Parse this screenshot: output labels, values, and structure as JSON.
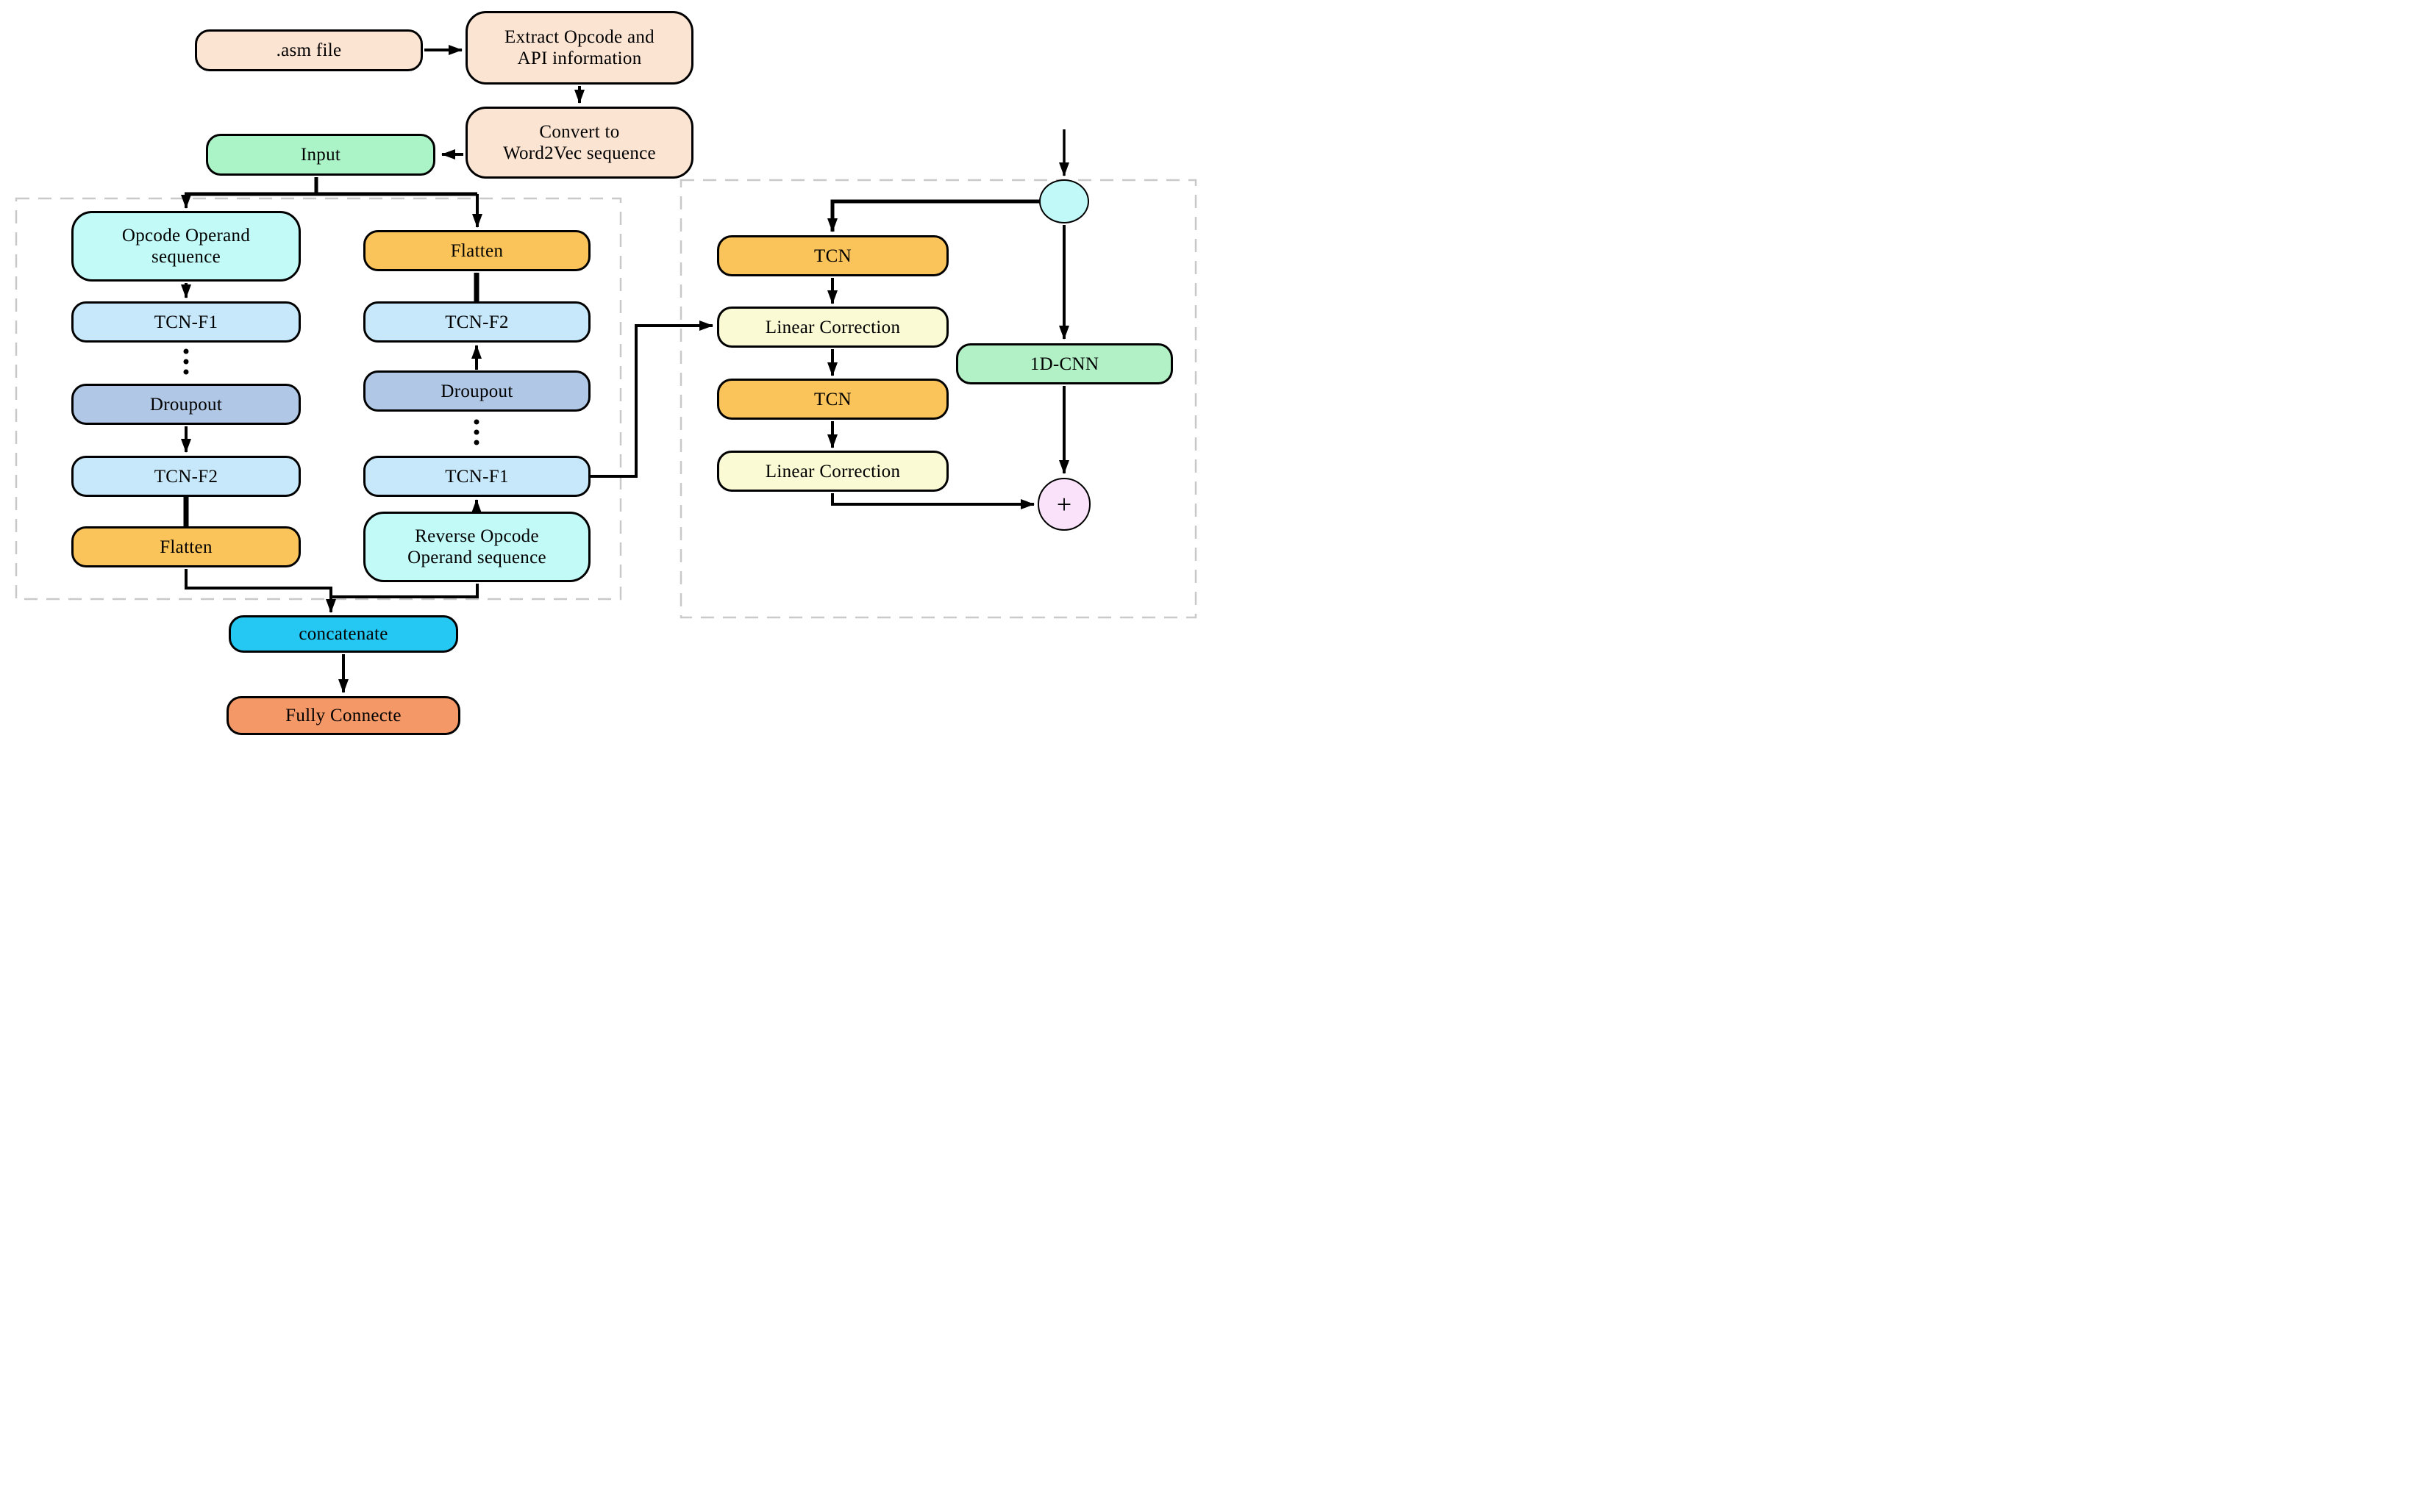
{
  "figure": {
    "background": "#ffffff",
    "line_color": "#000000",
    "dash_color": "#c9c9c9"
  },
  "nodes": {
    "asm_file": {
      "label": ".asm file",
      "bg": "#FCE4D2"
    },
    "extract_opcode": {
      "label": "Extract Opcode and\nAPI information",
      "bg": "#FCE4D2"
    },
    "convert_word2vec": {
      "label": "Convert to\nWord2Vec sequence",
      "bg": "#FCE4D2"
    },
    "input": {
      "label": "Input",
      "bg": "#ABF4C7"
    },
    "opcode_seq": {
      "label": "Opcode Operand\nsequence",
      "bg": "#C2FAF8"
    },
    "tcn_f1_left": {
      "label": "TCN-F1",
      "bg": "#C6E8FA"
    },
    "dropout_left": {
      "label": "Droupout",
      "bg": "#B0C8E6"
    },
    "tcn_f2_left": {
      "label": "TCN-F2",
      "bg": "#C6E8FA"
    },
    "flatten_left": {
      "label": "Flatten",
      "bg": "#FAC45A"
    },
    "flatten_mid": {
      "label": "Flatten",
      "bg": "#FAC45A"
    },
    "tcn_f2_mid": {
      "label": "TCN-F2",
      "bg": "#C6E8FA"
    },
    "dropout_mid": {
      "label": "Droupout",
      "bg": "#B0C8E6"
    },
    "tcn_f1_mid": {
      "label": "TCN-F1",
      "bg": "#C6E8FA"
    },
    "reverse_opcode_seq": {
      "label": "Reverse Opcode\nOperand sequence",
      "bg": "#C2FAF8"
    },
    "concatenate": {
      "label": "concatenate",
      "bg": "#24C8F2"
    },
    "fully_connected": {
      "label": "Fully Connecte",
      "bg": "#F49868"
    },
    "tcn_top": {
      "label": "TCN",
      "bg": "#FAC45A"
    },
    "linear_correction_1": {
      "label": "Linear Correction",
      "bg": "#FAFAD4"
    },
    "tcn_bottom": {
      "label": "TCN",
      "bg": "#FAC45A"
    },
    "linear_correction_2": {
      "label": "Linear Correction",
      "bg": "#FAFAD4"
    },
    "cnn_1d": {
      "label": "1D-CNN",
      "bg": "#B2F0C6"
    },
    "split_node": {
      "label": "",
      "bg": "#C0F9F8"
    },
    "sum_node": {
      "label": "+",
      "bg": "#F9E2FA"
    }
  }
}
